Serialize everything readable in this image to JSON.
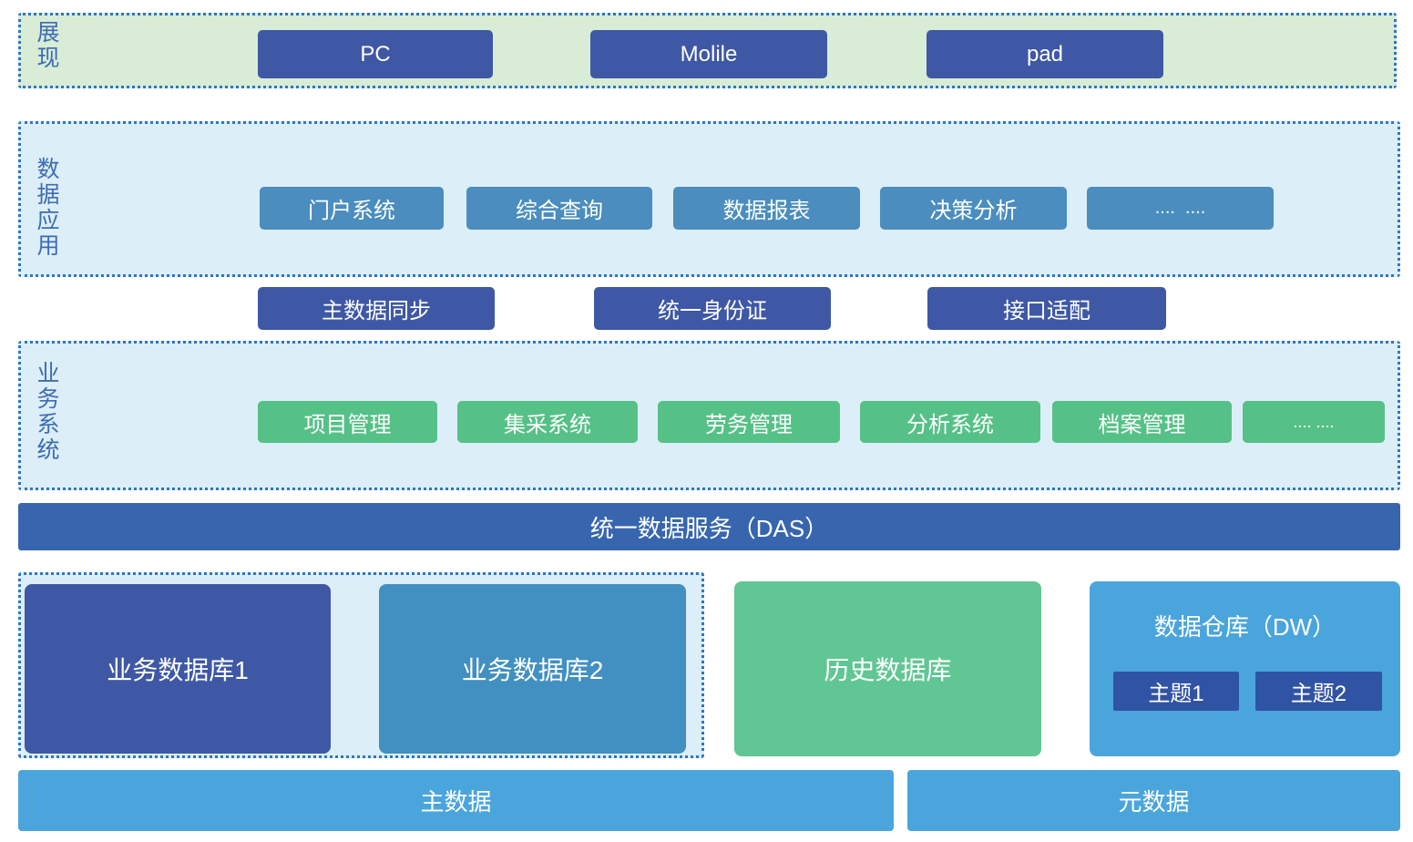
{
  "layers": {
    "presentation": {
      "label": "展现",
      "items": [
        "PC",
        "Molile",
        "pad"
      ]
    },
    "data_application": {
      "label": "数据应用",
      "items": [
        "门户系统",
        "综合查询",
        "数据报表",
        "决策分析",
        "....  ...."
      ]
    },
    "integration": {
      "items": [
        "主数据同步",
        "统一身份证",
        "接口适配"
      ]
    },
    "business_systems": {
      "label": "业务系统",
      "items": [
        "项目管理",
        "集采系统",
        "劳务管理",
        "分析系统",
        "档案管理",
        ".... ...."
      ]
    },
    "data_service": {
      "label": "统一数据服务（DAS）"
    },
    "storage": {
      "business_databases": [
        "业务数据库1",
        "业务数据库2"
      ],
      "history_database": "历史数据库",
      "data_warehouse": {
        "title": "数据仓库（DW）",
        "topics": [
          "主题1",
          "主题2"
        ]
      }
    },
    "foundation": {
      "items": [
        "主数据",
        "元数据"
      ]
    }
  },
  "colors": {
    "dark_blue": "#3e58a5",
    "medium_blue": "#4a8dbe",
    "das_blue": "#3766ae",
    "sky_blue": "#4ba5dd",
    "db2_blue": "#4190c1",
    "topic_blue": "#3053a4",
    "button_green": "#55c187",
    "history_green": "#60c794",
    "light_green_bg": "#d9ecd5",
    "light_blue_bg": "#dceef8",
    "dotted_border": "#2e76c3",
    "label_text": "#3d6cb5"
  }
}
